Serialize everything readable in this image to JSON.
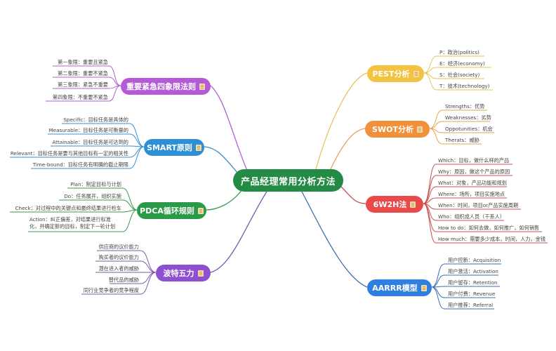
{
  "root": {
    "label": "产品经理常用分析方法",
    "color": "#238b45"
  },
  "branches": [
    {
      "id": "eisenhower",
      "label": "重要紧急四象限法则",
      "side": "left",
      "color": "#b45ad6",
      "line_color": "#b061d0",
      "has_note": true,
      "children": [
        "第一象限：重要且紧急",
        "第二象限：重要不紧急",
        "第三象限：紧急不重要",
        "第四象限：不重要不紧急"
      ]
    },
    {
      "id": "smart",
      "label": "SMART原则",
      "side": "left",
      "color": "#2f8fd6",
      "line_color": "#3a8fd1",
      "has_note": true,
      "children": [
        "Specific：目标任务是具体的",
        "Measurable：目标任务是可衡量的",
        "Attainable：目标任务是可达到的",
        "Relevant：目标任务是要与其他目标有一定的相关性",
        "Time-bound：目标任务有明确的截止期限"
      ]
    },
    {
      "id": "pdca",
      "label": "PDCA循环规则",
      "side": "left",
      "color": "#2a9a48",
      "line_color": "#3a9a52",
      "has_note": true,
      "children": [
        "Plan：制定目标与计划",
        "Do：任务展开，组织实施",
        "Check：对过程中的关键点和最终结果进行检车",
        "Action：纠正偏差，对结果进行标准化，并确定新的目标，制定下一轮计划"
      ]
    },
    {
      "id": "porter",
      "label": "波特五力",
      "side": "left",
      "color": "#8e4fd0",
      "line_color": "#7c5aa8",
      "has_note": true,
      "children": [
        "供应商的议价能力",
        "购买者的议价能力",
        "潜在进入者的威胁",
        "替代品的威胁",
        "同行业竞争者的竞争程度"
      ]
    },
    {
      "id": "pest",
      "label": "PEST分析",
      "side": "right",
      "color": "#f2c240",
      "line_color": "#e8c25a",
      "has_note": true,
      "children": [
        "P：政治(politics)",
        "E：经济(economy)",
        "S：社会(society)",
        "T：技术(technology)"
      ]
    },
    {
      "id": "swot",
      "label": "SWOT分析",
      "side": "right",
      "color": "#f0903a",
      "line_color": "#e8a050",
      "has_note": true,
      "children": [
        "Strengths：优势",
        "Weaknesses：劣势",
        "Oppotunities：机会",
        "Therats：威胁"
      ]
    },
    {
      "id": "6w2h",
      "label": "6W2H法",
      "side": "right",
      "color": "#e84a4a",
      "line_color": "#c65050",
      "has_note": true,
      "children": [
        "Which：目标，做什么样的产品",
        "Why：原因，做这个产品的原因",
        "What：对象，产品功能和规划",
        "Where：场所，项目实施地点",
        "When：时间，项目or产品实施周期",
        "Who：组织成人员（干系人）",
        "How to do：如何去做，如何推广，如何销售",
        "How much：需要多少成本，时间，人力，金钱"
      ]
    },
    {
      "id": "aarrr",
      "label": "AARRR模型",
      "side": "right",
      "color": "#2f7fe0",
      "line_color": "#3a6fb0",
      "has_note": true,
      "children": [
        "用户控新：Acquisition",
        "用户激活：Activation",
        "用户留存：Retention",
        "用户付费：Revenue",
        "用户推荐：Referral"
      ]
    }
  ]
}
